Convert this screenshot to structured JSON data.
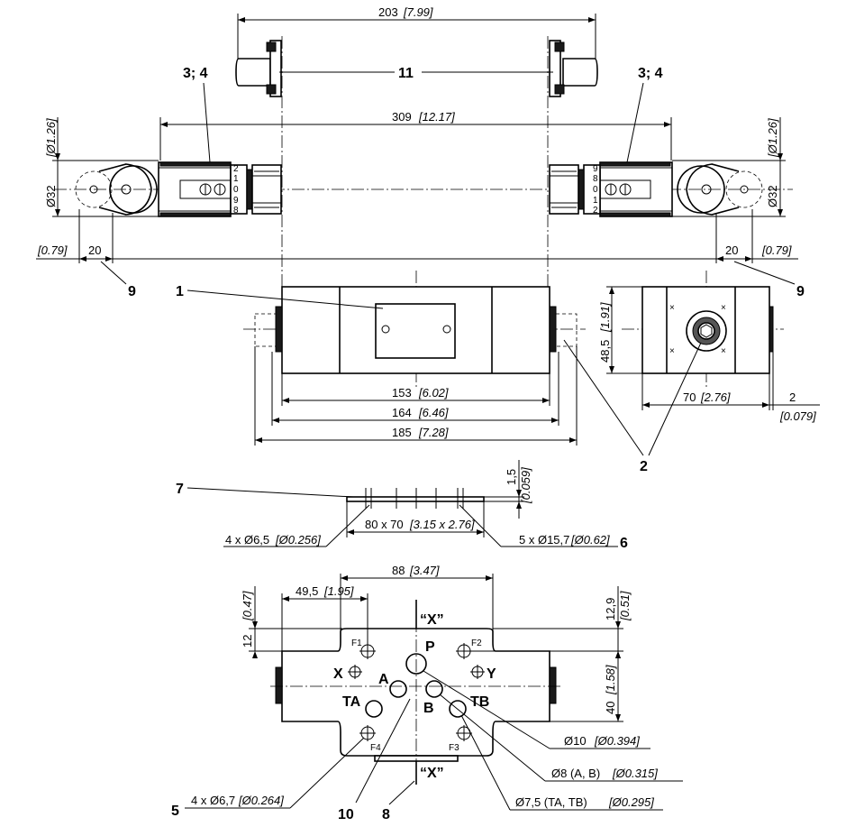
{
  "dimensions": {
    "d203": {
      "value": "203",
      "inch": "[7.99]"
    },
    "d309": {
      "value": "309",
      "inch": "[12.17]"
    },
    "d32_left": {
      "value": "Ø32",
      "inch": "[Ø1.26]"
    },
    "d32_right": {
      "value": "Ø32",
      "inch": "[Ø1.26]"
    },
    "d20_left": {
      "value": "20",
      "inch": "[0.79]"
    },
    "d20_right": {
      "value": "20",
      "inch": "[0.79]"
    },
    "d153": {
      "value": "153",
      "inch": "[6.02]"
    },
    "d164": {
      "value": "164",
      "inch": "[6.46]"
    },
    "d185": {
      "value": "185",
      "inch": "[7.28]"
    },
    "d48_5": {
      "value": "48,5",
      "inch": "[1.91]"
    },
    "d70": {
      "value": "70",
      "inch": "[2.76]"
    },
    "d2": {
      "value": "2",
      "inch": "[0.079]"
    },
    "d1_5": {
      "value": "1,5",
      "inch": "[0.059]"
    },
    "d80x70": {
      "value": "80 x 70",
      "inch": "[3.15 x 2.76]"
    },
    "d4x6_5": {
      "value": "4 x Ø6,5",
      "inch": "[Ø0.256]"
    },
    "d5x15_7": {
      "value": "5 x Ø15,7",
      "inch": "[Ø0.62]"
    },
    "d88": {
      "value": "88",
      "inch": "[3.47]"
    },
    "d49_5": {
      "value": "49,5",
      "inch": "[1.95]"
    },
    "d12": {
      "value": "12",
      "inch": "[0.47]"
    },
    "d12_9": {
      "value": "12,9",
      "inch": "[0.51]"
    },
    "d40": {
      "value": "40",
      "inch": "[1.58]"
    },
    "d10": {
      "value": "Ø10",
      "inch": "[Ø0.394]"
    },
    "d8": {
      "value": "Ø8 (A, B)",
      "inch": "[Ø0.315]"
    },
    "d7_5": {
      "value": "Ø7,5 (TA, TB)",
      "inch": "[Ø0.295]"
    },
    "d4x6_7": {
      "value": "4 x Ø6,7",
      "inch": "[Ø0.264]"
    }
  },
  "callouts": {
    "c1": "1",
    "c2": "2",
    "c34_left": "3; 4",
    "c34_right": "3; 4",
    "c5": "5",
    "c6": "6",
    "c7": "7",
    "c8": "8",
    "c9_left": "9",
    "c9_right": "9",
    "c10": "10",
    "c11": "11"
  },
  "ports": {
    "P": "P",
    "A": "A",
    "B": "B",
    "X": "X",
    "Y": "Y",
    "TA": "TA",
    "TB": "TB",
    "F1": "F1",
    "F2": "F2",
    "F3": "F3",
    "F4": "F4",
    "sectionX_top": "“X”",
    "sectionX_bottom": "“X”"
  },
  "dial_scale": {
    "left": [
      "2",
      "1",
      "0",
      "9",
      "8"
    ],
    "right": [
      "9",
      "8",
      "0",
      "1",
      "2"
    ]
  }
}
